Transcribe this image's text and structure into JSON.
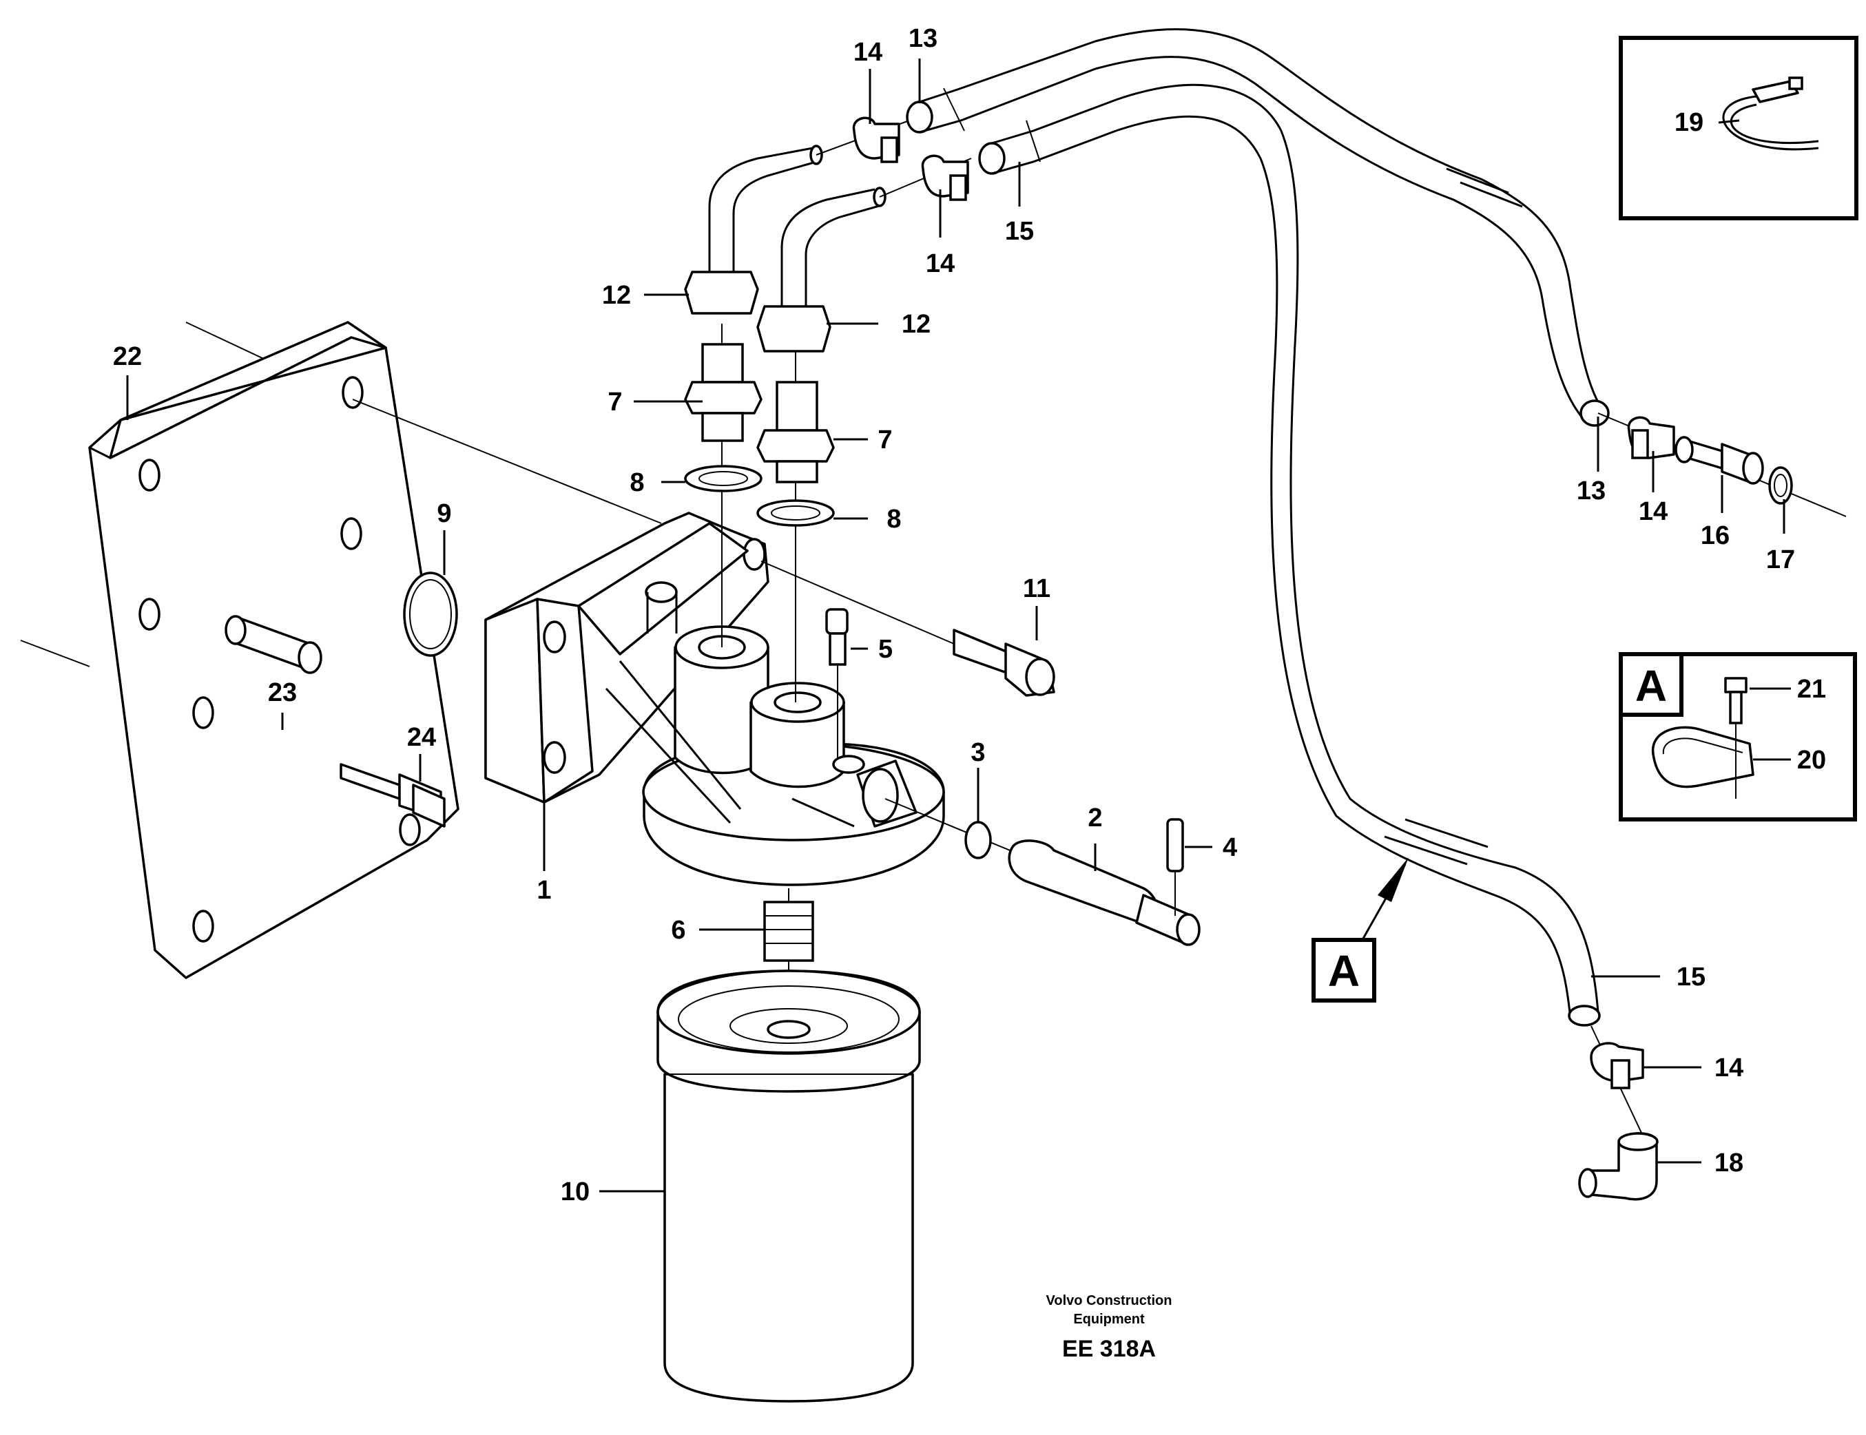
{
  "callouts": {
    "c1": "1",
    "c2": "2",
    "c3": "3",
    "c4": "4",
    "c5": "5",
    "c6": "6",
    "c7a": "7",
    "c7b": "7",
    "c8a": "8",
    "c8b": "8",
    "c9": "9",
    "c10": "10",
    "c11": "11",
    "c12a": "12",
    "c12b": "12",
    "c13a": "13",
    "c13b": "13",
    "c14a": "14",
    "c14b": "14",
    "c14c": "14",
    "c14d": "14",
    "c15a": "15",
    "c15b": "15",
    "c16": "16",
    "c17": "17",
    "c18": "18",
    "c19": "19",
    "c20": "20",
    "c21": "21",
    "c22": "22",
    "c23": "23",
    "c24": "24"
  },
  "detail": {
    "letter": "A",
    "pointer_letter": "A"
  },
  "caption": {
    "line1": "Volvo Construction",
    "line2": "Equipment",
    "code": "EE 318A"
  }
}
